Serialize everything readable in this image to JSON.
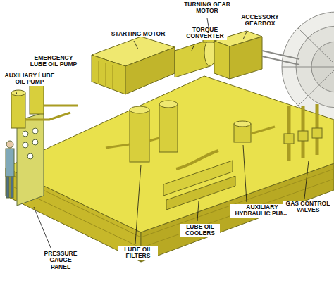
{
  "diagram": {
    "labels": [
      "TURNING GEAR MOTOR",
      "ACCESSORY GEARBOX",
      "STARTING MOTOR",
      "TORQUE CONVERTER",
      "EMERGENCY LUBE OIL PUMP",
      "AUXILIARY LUBE OIL PUMP",
      "PRESSURE GAUGE PANEL",
      "LUBE OIL FILTERS",
      "LUBE OIL COOLERS",
      "AUXILIARY HYDRAULIC PUMP",
      "GAS CONTROL VALVES"
    ]
  }
}
